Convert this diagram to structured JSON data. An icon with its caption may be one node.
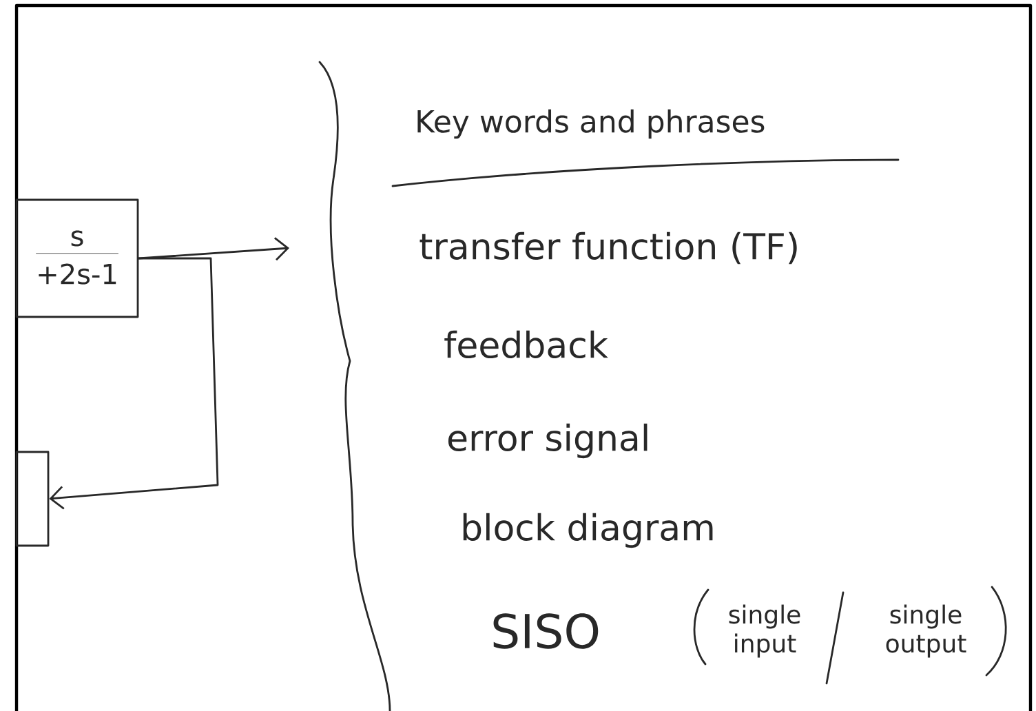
{
  "diagram": {
    "title": "Key words and phrases",
    "nodes": [
      {
        "text": [
          "s",
          "+2s-1"
        ]
      },
      {
        "text": [],
        "shape": "box"
      }
    ],
    "edges": [
      {
        "from": 0,
        "to": null,
        "arrow": "to"
      },
      {
        "from": 0,
        "to": 1,
        "arrow": "to"
      }
    ],
    "labels": [
      "transfer function (TF)",
      "feedback",
      "error signal",
      "block diagram",
      "SISO",
      "single input",
      "single output"
    ]
  }
}
